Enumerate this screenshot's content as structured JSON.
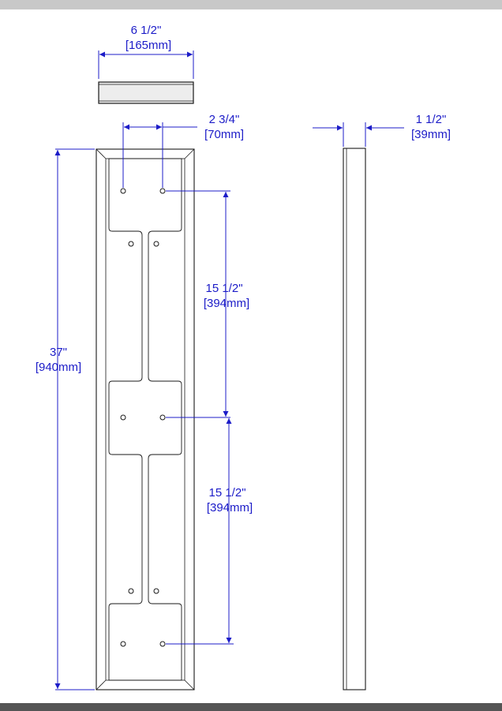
{
  "dimensions": {
    "top_width": {
      "imperial": "6 1/2\"",
      "metric": "[165mm]"
    },
    "hole_spacing": {
      "imperial": "2 3/4\"",
      "metric": "[70mm]"
    },
    "depth": {
      "imperial": "1 1/2\"",
      "metric": "[39mm]"
    },
    "total_height": {
      "imperial": "37\"",
      "metric": "[940mm]"
    },
    "upper_spacing": {
      "imperial": "15 1/2\"",
      "metric": "[394mm]"
    },
    "lower_spacing": {
      "imperial": "15 1/2\"",
      "metric": "[394mm]"
    }
  },
  "colors": {
    "dimension": "#1c1cc8",
    "outline": "#1a1a1a",
    "top_bar": "#c8c8c8",
    "bottom_bar": "#555555"
  }
}
